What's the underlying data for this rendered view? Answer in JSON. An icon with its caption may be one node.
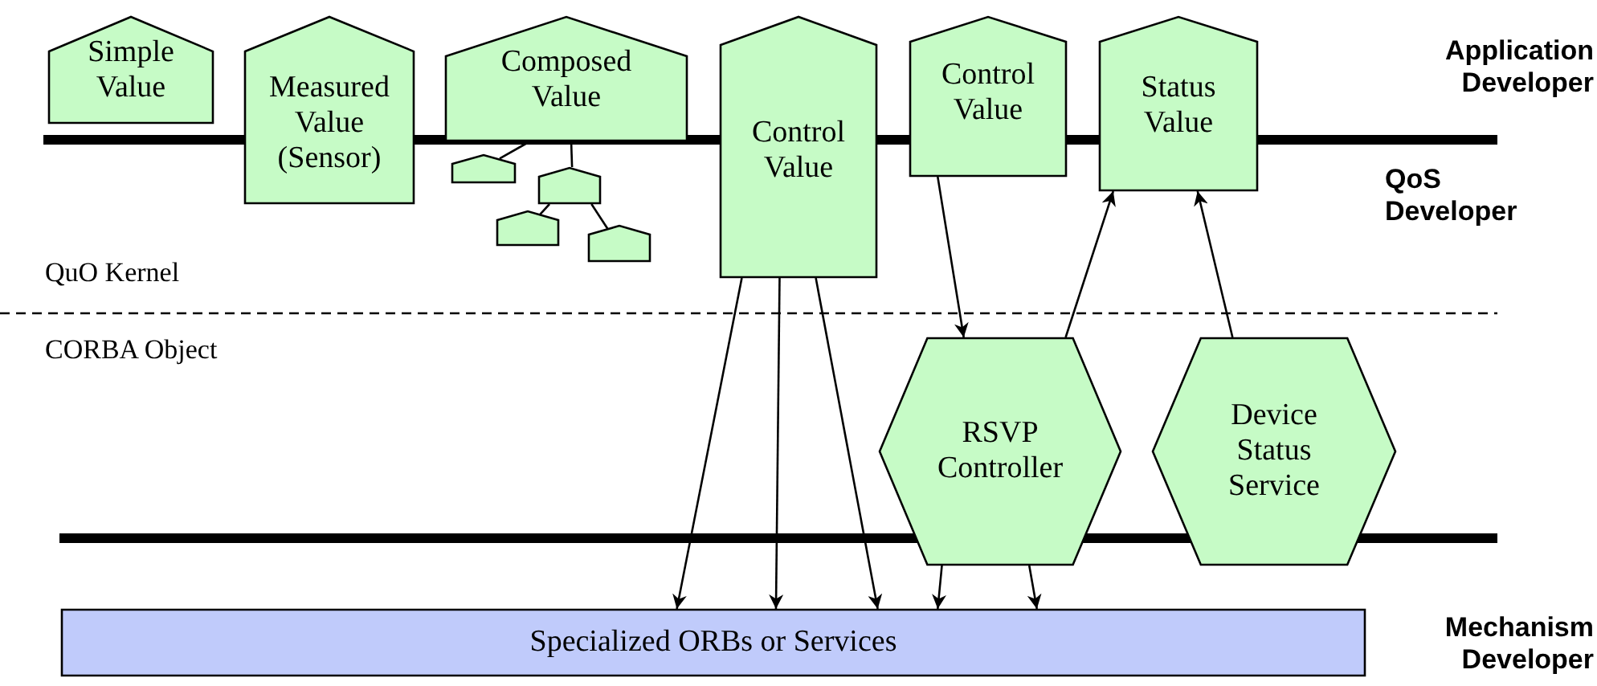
{
  "diagram": {
    "nodes": [
      {
        "text": [
          "Simple Value"
        ]
      },
      {
        "text": [
          "Measured Value (Sensor)"
        ]
      },
      {
        "text": [
          "Composed Value"
        ]
      },
      {
        "text": [],
        "shape": "pentagon"
      },
      {
        "text": [],
        "shape": "pentagon"
      },
      {
        "text": [],
        "shape": "pentagon"
      },
      {
        "text": [],
        "shape": "pentagon"
      },
      {
        "text": [
          "Control Value"
        ]
      },
      {
        "text": [
          "Control Value"
        ]
      },
      {
        "text": [
          "Status Value"
        ]
      },
      {
        "text": [
          "RSVP Controller"
        ]
      },
      {
        "text": [
          "Device Status Service"
        ]
      },
      {
        "text": [
          "Specialized ORBs or Services"
        ]
      }
    ],
    "edges": [
      {
        "from": 2,
        "to": 3,
        "arrow": "none"
      },
      {
        "from": 2,
        "to": 4,
        "arrow": "none"
      },
      {
        "from": 4,
        "to": 5,
        "arrow": "none"
      },
      {
        "from": 4,
        "to": 6,
        "arrow": "none"
      },
      {
        "from": 7,
        "to": 12,
        "arrow": "to"
      },
      {
        "from": 7,
        "to": 12,
        "arrow": "to"
      },
      {
        "from": 7,
        "to": 12,
        "arrow": "to"
      },
      {
        "from": 8,
        "to": 10,
        "arrow": "to"
      },
      {
        "from": 10,
        "to": 9,
        "arrow": "to"
      },
      {
        "from": 11,
        "to": 9,
        "arrow": "to"
      },
      {
        "from": 10,
        "to": 12,
        "arrow": "to"
      },
      {
        "from": 10,
        "to": 12,
        "arrow": "to"
      }
    ],
    "labels": [
      "Application Developer",
      "QoS Developer",
      "QuO Kernel",
      "CORBA Object",
      "Mechanism Developer"
    ]
  }
}
